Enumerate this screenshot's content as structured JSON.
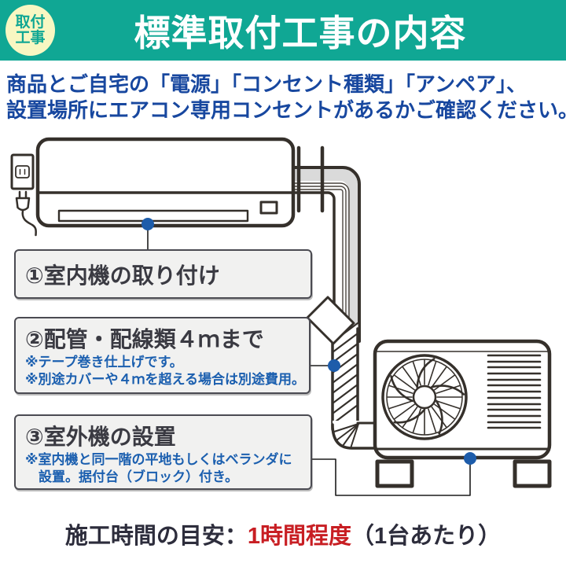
{
  "badge": {
    "line1": "取付",
    "line2": "工事"
  },
  "header": {
    "title": "標準取付工事の内容"
  },
  "intro": {
    "line1": "商品とご自宅の「電源」「コンセント種類」「アンペア」、",
    "line2": "設置場所にエアコン専用コンセントがあるかご確認ください。"
  },
  "steps": [
    {
      "title": "①室内機の取り付け",
      "notes": []
    },
    {
      "title": "②配管・配線類４ｍまで",
      "notes": [
        "※テープ巻き仕上げです。",
        "※別途カバーや４ｍを超える場合は別途費用。"
      ]
    },
    {
      "title": "③室外機の設置",
      "notes": [
        "※室内機と同一階の平地もしくはベランダに",
        "設置。据付台（ブロック）付き。"
      ]
    }
  ],
  "footer": {
    "prefix": "施工時間の目安：",
    "highlight": "1時間程度",
    "suffix": "（1台あたり）"
  },
  "colors": {
    "banner_teal": "#10a794",
    "badge_yellow": "#f8f7c2",
    "intro_blue": "#17479f",
    "note_blue": "#1b5faf",
    "highlight_red": "#c81e23",
    "footer_dark": "#2d2d3c",
    "callout_dot_blue": "#1d5caa",
    "line_art": "#35302b",
    "box_gray": "#f1f1f0"
  }
}
